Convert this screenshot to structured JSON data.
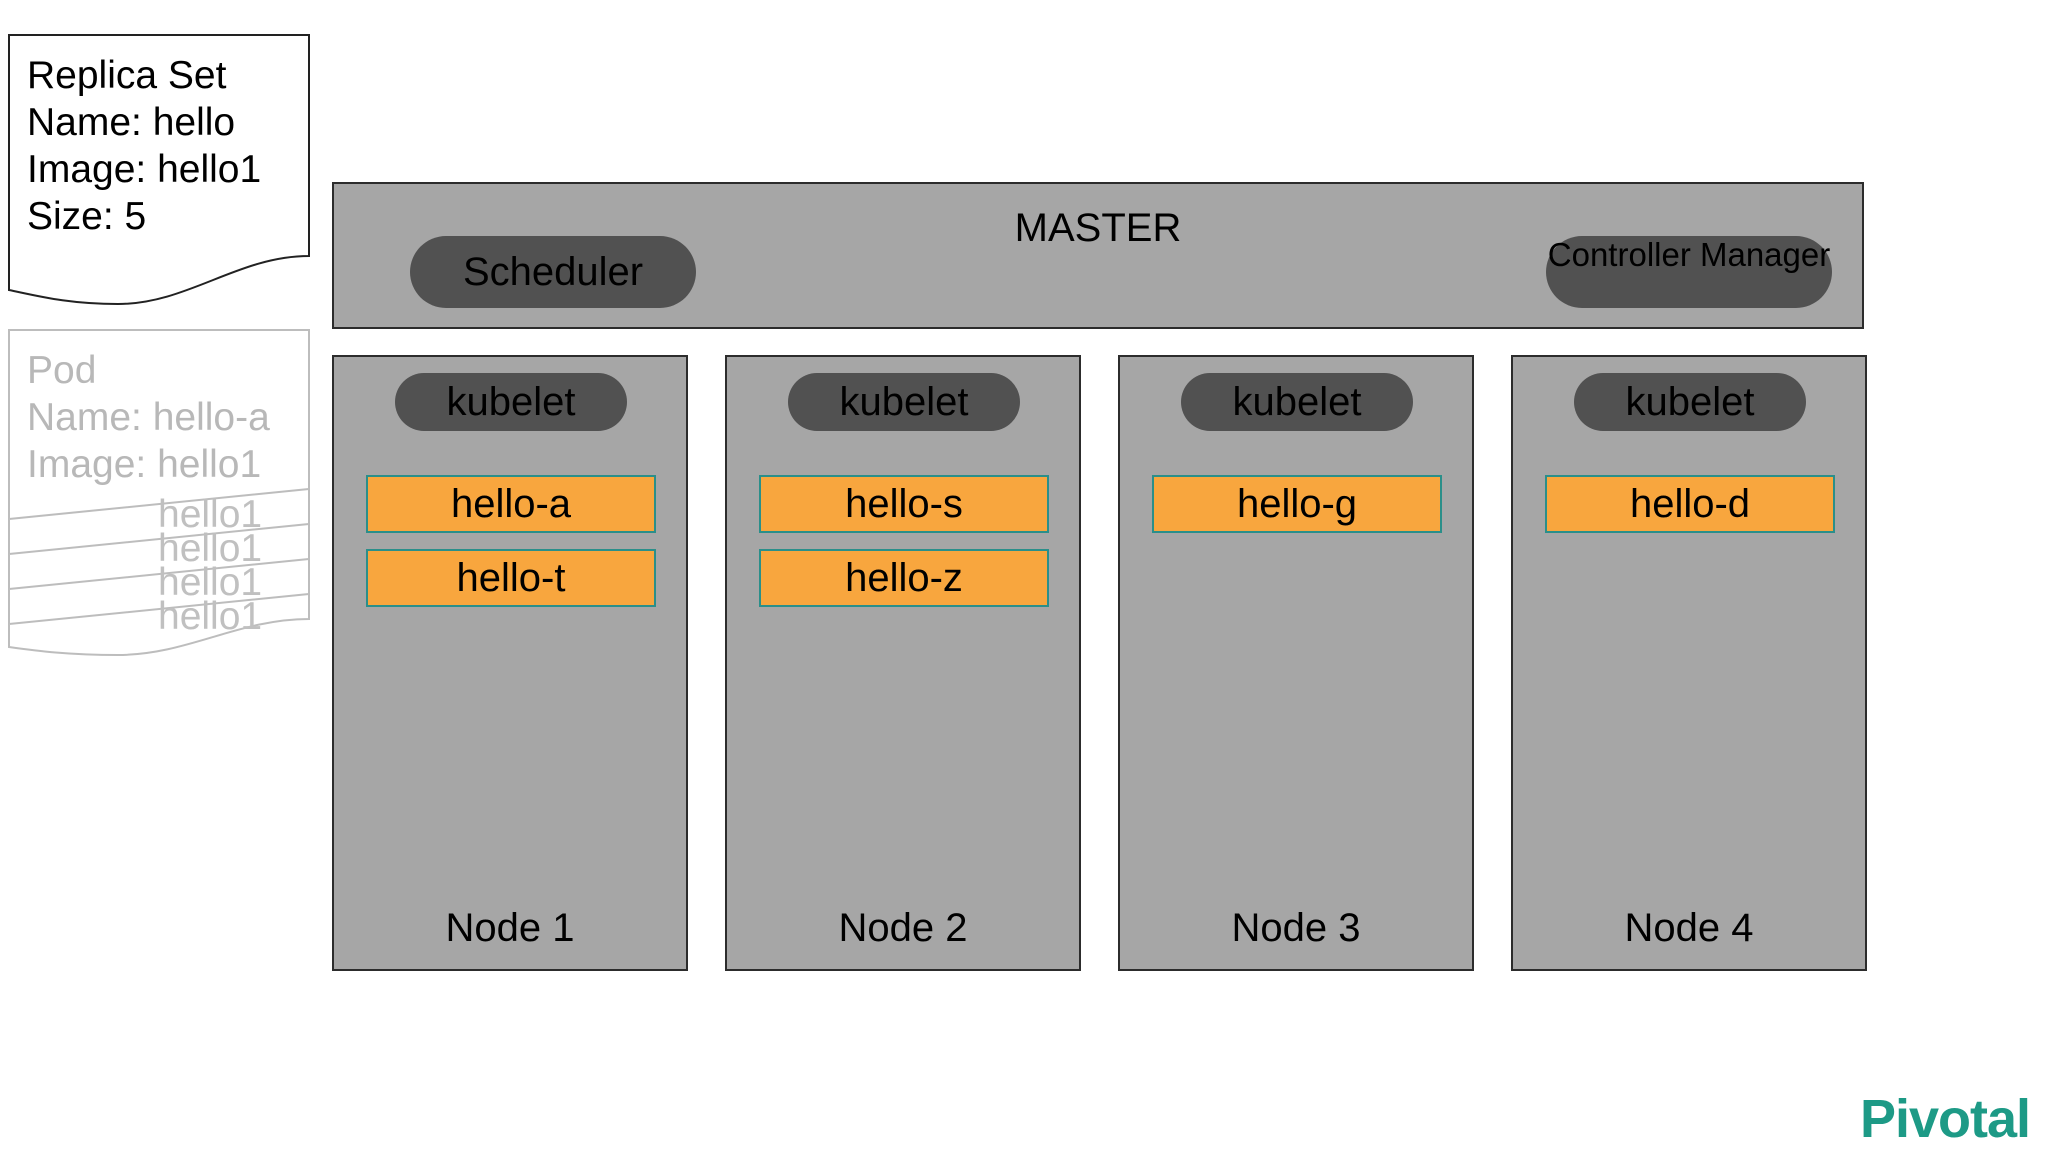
{
  "replica_set": {
    "lines": [
      "Replica Set",
      "Name: hello",
      "Image: hello1",
      "Size: 5"
    ]
  },
  "pod_template": {
    "lines": [
      "Pod",
      "Name: hello-a",
      "Image: hello1"
    ],
    "stacked": [
      "hello1",
      "hello1",
      "hello1",
      "hello1"
    ]
  },
  "master": {
    "title": "MASTER",
    "scheduler": "Scheduler",
    "controller_manager": "Controller Manager"
  },
  "nodes": [
    {
      "label": "Node 1",
      "kubelet": "kubelet",
      "pods": [
        "hello-a",
        "hello-t"
      ]
    },
    {
      "label": "Node 2",
      "kubelet": "kubelet",
      "pods": [
        "hello-s",
        "hello-z"
      ]
    },
    {
      "label": "Node 3",
      "kubelet": "kubelet",
      "pods": [
        "hello-g"
      ]
    },
    {
      "label": "Node 4",
      "kubelet": "kubelet",
      "pods": [
        "hello-d"
      ]
    }
  ],
  "brand": {
    "logo_text": "Pivotal",
    "color": "#1d9a86"
  },
  "colors": {
    "box_fill": "#a6a6a6",
    "pill_fill": "#515151",
    "pod_fill": "#f8a63e",
    "pod_border": "#2a8f8a"
  }
}
